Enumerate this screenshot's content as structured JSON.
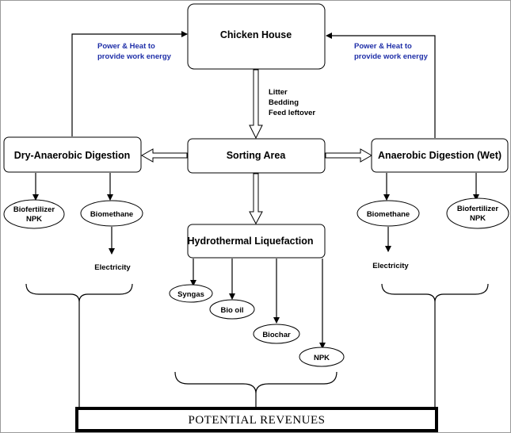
{
  "diagram": {
    "chicken_house": "Chicken House",
    "sorting_area": "Sorting Area",
    "dry_digestion": "Dry-Anaerobic Digestion",
    "wet_digestion": "Anaerobic Digestion (Wet)",
    "htl": "Hydrothermal Liquefaction",
    "inputs": [
      "Litter",
      "Bedding",
      "Feed leftover"
    ],
    "power_left": [
      "Power & Heat to",
      "provide work energy"
    ],
    "power_right": [
      "Power & Heat to",
      "provide work energy"
    ],
    "left_products": {
      "biofertilizer": [
        "Biofertilizer",
        "NPK"
      ],
      "biomethane": "Biomethane",
      "electricity": "Electricity"
    },
    "right_products": {
      "biomethane": "Biomethane",
      "biofertilizer": [
        "Biofertilizer",
        "NPK"
      ],
      "electricity": "Electricity"
    },
    "htl_products": {
      "syngas": "Syngas",
      "bio_oil": "Bio oil",
      "biochar": "Biochar",
      "npk": "NPK"
    },
    "revenues": "POTENTIAL REVENUES"
  },
  "colors": {
    "annotation": "#1f2fa8",
    "stroke": "#000000"
  }
}
